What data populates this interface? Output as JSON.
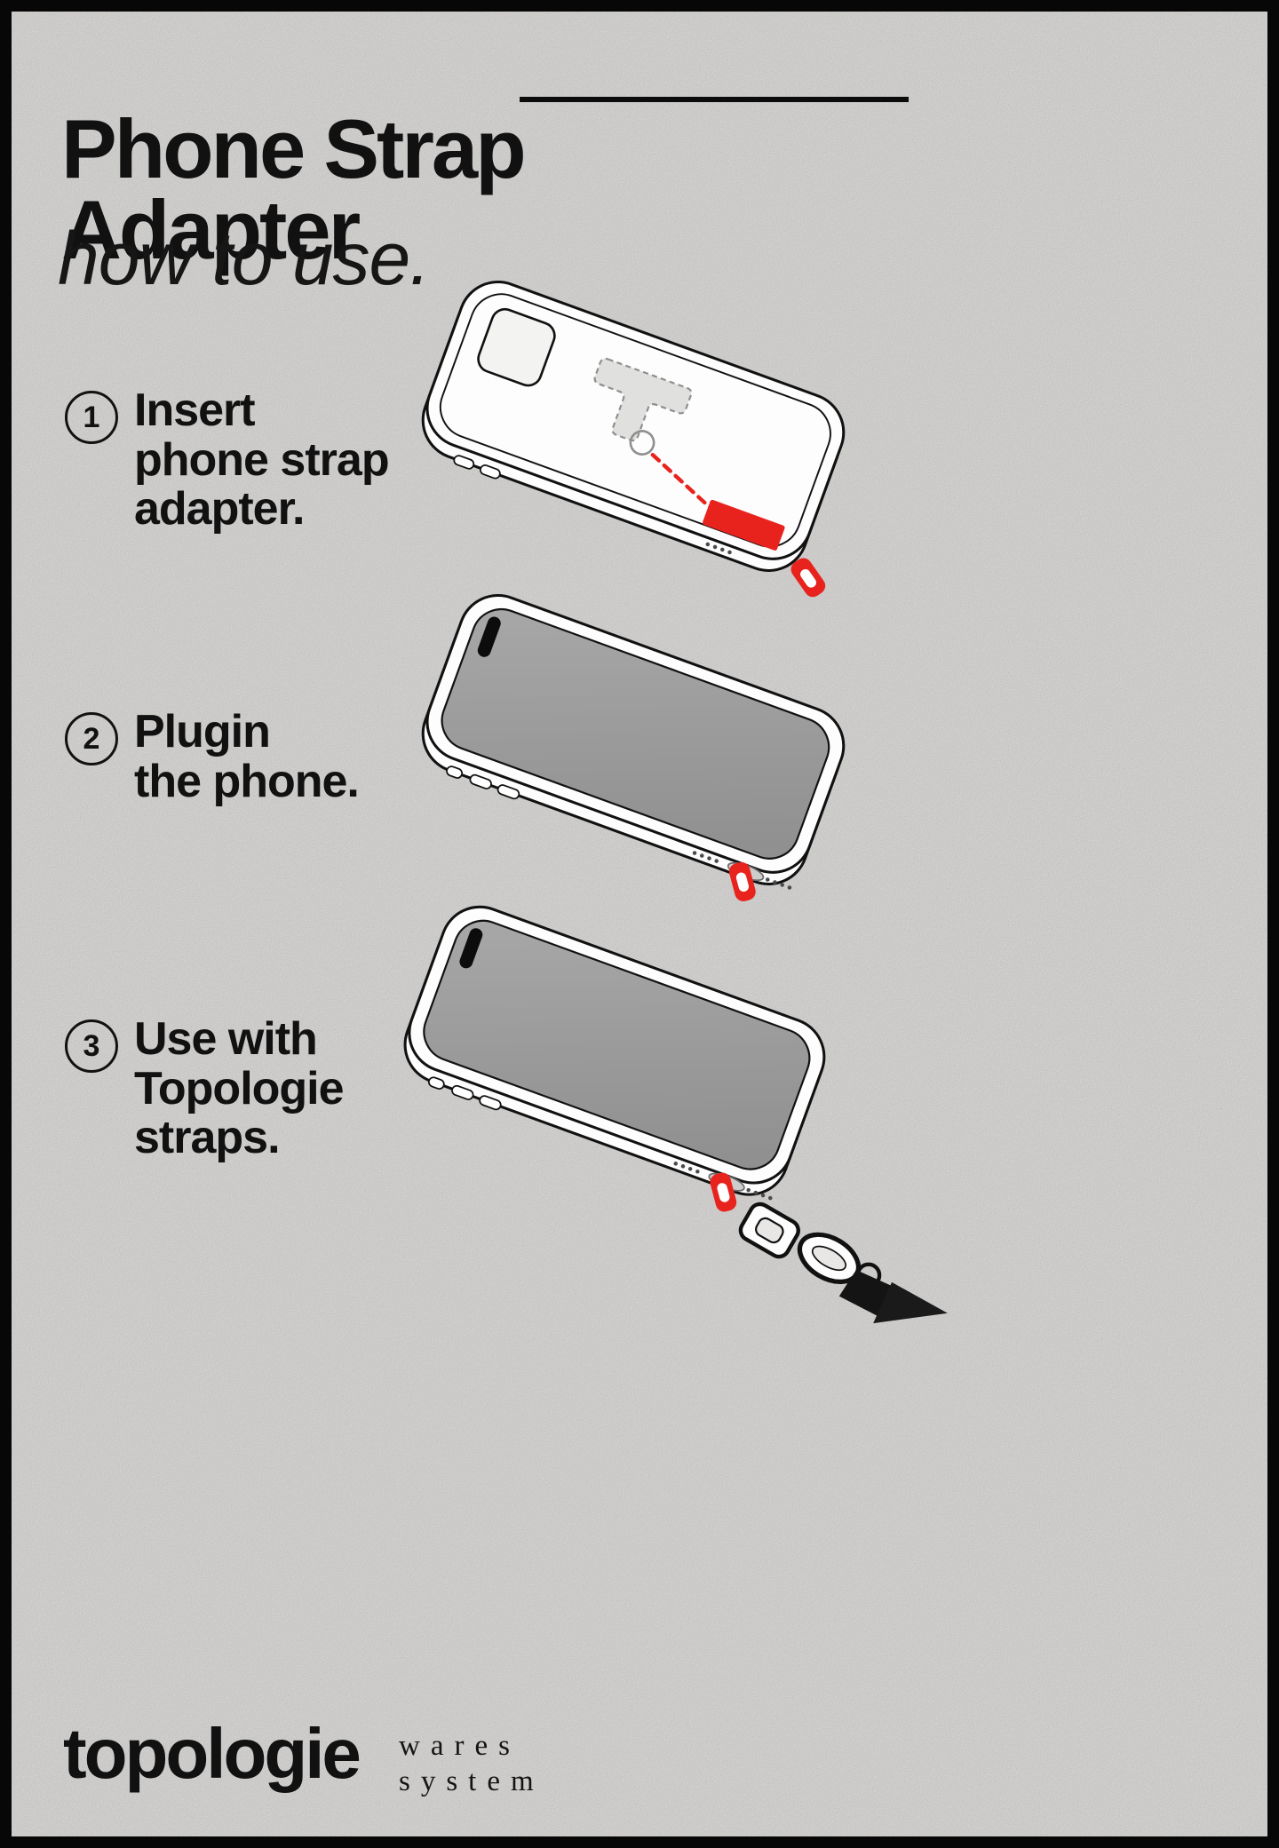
{
  "poster": {
    "title_lines": [
      "Phone Strap",
      "Adapter"
    ],
    "subtitle": "how to use.",
    "steps": [
      {
        "number": "1",
        "label_lines": [
          "Insert",
          "phone strap",
          "adapter."
        ]
      },
      {
        "number": "2",
        "label_lines": [
          "Plugin",
          "the phone."
        ]
      },
      {
        "number": "3",
        "label_lines": [
          "Use with",
          "Topologie",
          "straps."
        ]
      }
    ],
    "illustrations": [
      {
        "name": "phone-case-back-with-adapter-being-inserted"
      },
      {
        "name": "phone-front-with-red-strap-loop"
      },
      {
        "name": "phone-front-with-strap-hardware-attached"
      }
    ],
    "brand": {
      "name": "topologie",
      "tagline_lines": [
        "wares",
        "system"
      ]
    },
    "colors": {
      "accent_red": "#E8231D",
      "background": "#E8E7E5",
      "ink": "#111111",
      "screen_gray": "#9C9C9C"
    }
  }
}
